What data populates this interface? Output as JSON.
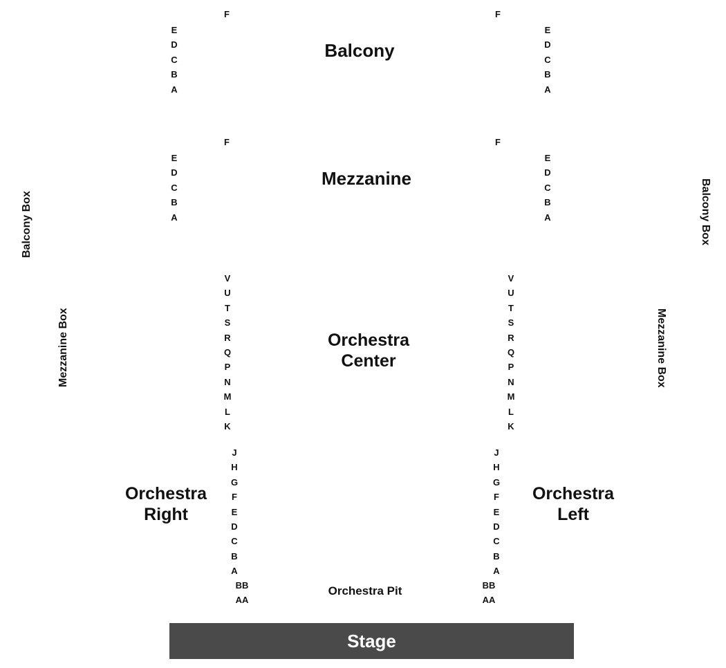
{
  "sections": {
    "balcony": "Balcony",
    "mezzanine": "Mezzanine",
    "orchestra_center_line1": "Orchestra",
    "orchestra_center_line2": "Center",
    "orchestra_right_line1": "Orchestra",
    "orchestra_right_line2": "Right",
    "orchestra_left_line1": "Orchestra",
    "orchestra_left_line2": "Left",
    "orchestra_pit": "Orchestra Pit",
    "stage": "Stage"
  },
  "boxes": {
    "balcony_box_left": "Balcony Box",
    "balcony_box_right": "Balcony Box",
    "mezzanine_box_left": "Mezzanine Box",
    "mezzanine_box_right": "Mezzanine Box"
  },
  "rows": {
    "balcony_far": "F",
    "balcony_rows": [
      "E",
      "D",
      "C",
      "B",
      "A"
    ],
    "mezzanine_far": "F",
    "mezzanine_rows": [
      "E",
      "D",
      "C",
      "B",
      "A"
    ],
    "orchestra_center_rows": [
      "V",
      "U",
      "T",
      "S",
      "R",
      "Q",
      "P",
      "N",
      "M",
      "L",
      "K"
    ],
    "orchestra_front_rows": [
      "J",
      "H",
      "G",
      "F",
      "E",
      "D",
      "C",
      "B",
      "A"
    ],
    "pit_rows": [
      "BB",
      "AA"
    ]
  }
}
